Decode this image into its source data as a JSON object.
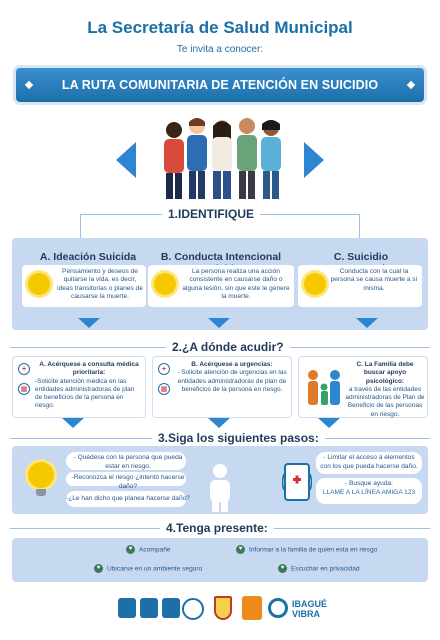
{
  "header": {
    "title": "La Secretaría de Salud Municipal",
    "subtitle": "Te invita a conocer:",
    "banner": "LA RUTA COMUNITARIA DE ATENCIÓN EN SUICIDIO"
  },
  "section1": {
    "title": "1.IDENTIFIQUE",
    "cards": [
      {
        "title": "A. Ideación Suicida",
        "text": "Pensamiento y deseos de quitarse la vida, es decir, ideas transitorias o planes de causarse la muerte."
      },
      {
        "title": "B. Conducta Intencional Suicida",
        "text": "La persona realiza una acción consistente en causarse daño o alguna lesión, sin que este le genere la muerte."
      },
      {
        "title": "C. Suicidio Consumado",
        "text": "Conducta con la cual la persona se causa muerte a sí misma."
      }
    ]
  },
  "section2": {
    "title": "2.¿A dónde acudir?",
    "boxes": [
      {
        "heading": "A. Acérquese a consulta médica prioritaria:",
        "text": "-Solicite atención médica en las entidades administradoras de plan de beneficios de la persona en riesgo."
      },
      {
        "heading": "B. Acérquese a urgencias:",
        "text": "- Solicite atención de urgencias en las entidades administradoras de plan de beneficios de la persona en riesgo."
      },
      {
        "heading": "C. La Familia debe buscar apoyo psicológico:",
        "text": "a través de las entidades administradoras de Plan de Beneficio de las personas en riesgo."
      }
    ]
  },
  "section3": {
    "title": "3.Siga los siguientes pasos:",
    "left": [
      "- Quédese con la persona que pueda estar en riesgo.",
      "-Reconozca el riesgo ¿intentó hacerse daño?",
      "-¿Le han dicho que planea hacerse daño?"
    ],
    "right": {
      "limit": "- Limitar el acceso a elementos con los que pueda hacerse daño.",
      "help_label": "- Busque ayuda:",
      "help_line": "LLAME A LA LÍNEA AMIGA 123"
    }
  },
  "section4": {
    "title": "4.Tenga presente:",
    "items": [
      "Acompañe",
      "Informar a la familia de quien esta en riesgo",
      "Ubicarse en un ambiente seguro",
      "Escuchar en privacidad"
    ]
  },
  "footer": {
    "brand_top": "IBAGUÉ",
    "brand_bottom": "VIBRA"
  },
  "colors": {
    "primary": "#1d6fa8",
    "accent": "#2d86cf",
    "panel": "#c7d9f0",
    "bulb": "#f5c800"
  }
}
